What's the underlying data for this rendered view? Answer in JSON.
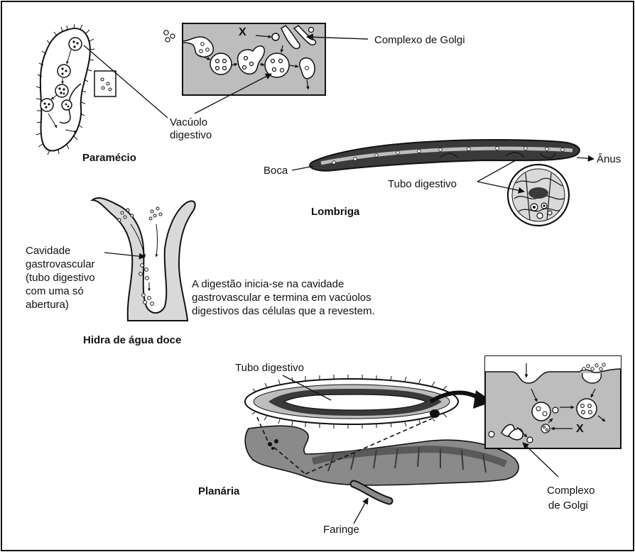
{
  "labels": {
    "complexo_golgi_top": "Complexo de Golgi",
    "x_top": "X",
    "vacuolo_line1": "Vacúolo",
    "vacuolo_line2": "digestivo",
    "paramecio": "Paramécio",
    "boca": "Boca",
    "anus": "Ânus",
    "tubo_digestivo_lombriga": "Tubo digestivo",
    "lombriga": "Lombriga",
    "cavidade_lines": [
      "Cavidade",
      "gastrovascular",
      "(tubo digestivo",
      "com uma só",
      "abertura)"
    ],
    "digestao_lines": [
      "A digestão inicia-se na cavidade",
      "gastrovascular e termina em vacúolos",
      "digestivos das células que a revestem."
    ],
    "hidra": "Hidra de água doce",
    "tubo_digestivo_planaria": "Tubo digestivo",
    "x_bottom": "X",
    "planaria": "Planária",
    "complexo_golgi_bottom_line1": "Complexo",
    "complexo_golgi_bottom_line2": "de Golgi",
    "faringe": "Faringe"
  },
  "colors": {
    "ink": "#111111",
    "dark_fill": "#3a3a3a",
    "mid_fill": "#8a8a8a",
    "light_fill": "#bdbdbd",
    "very_light": "#d9d9d9",
    "paper": "#ffffff"
  }
}
